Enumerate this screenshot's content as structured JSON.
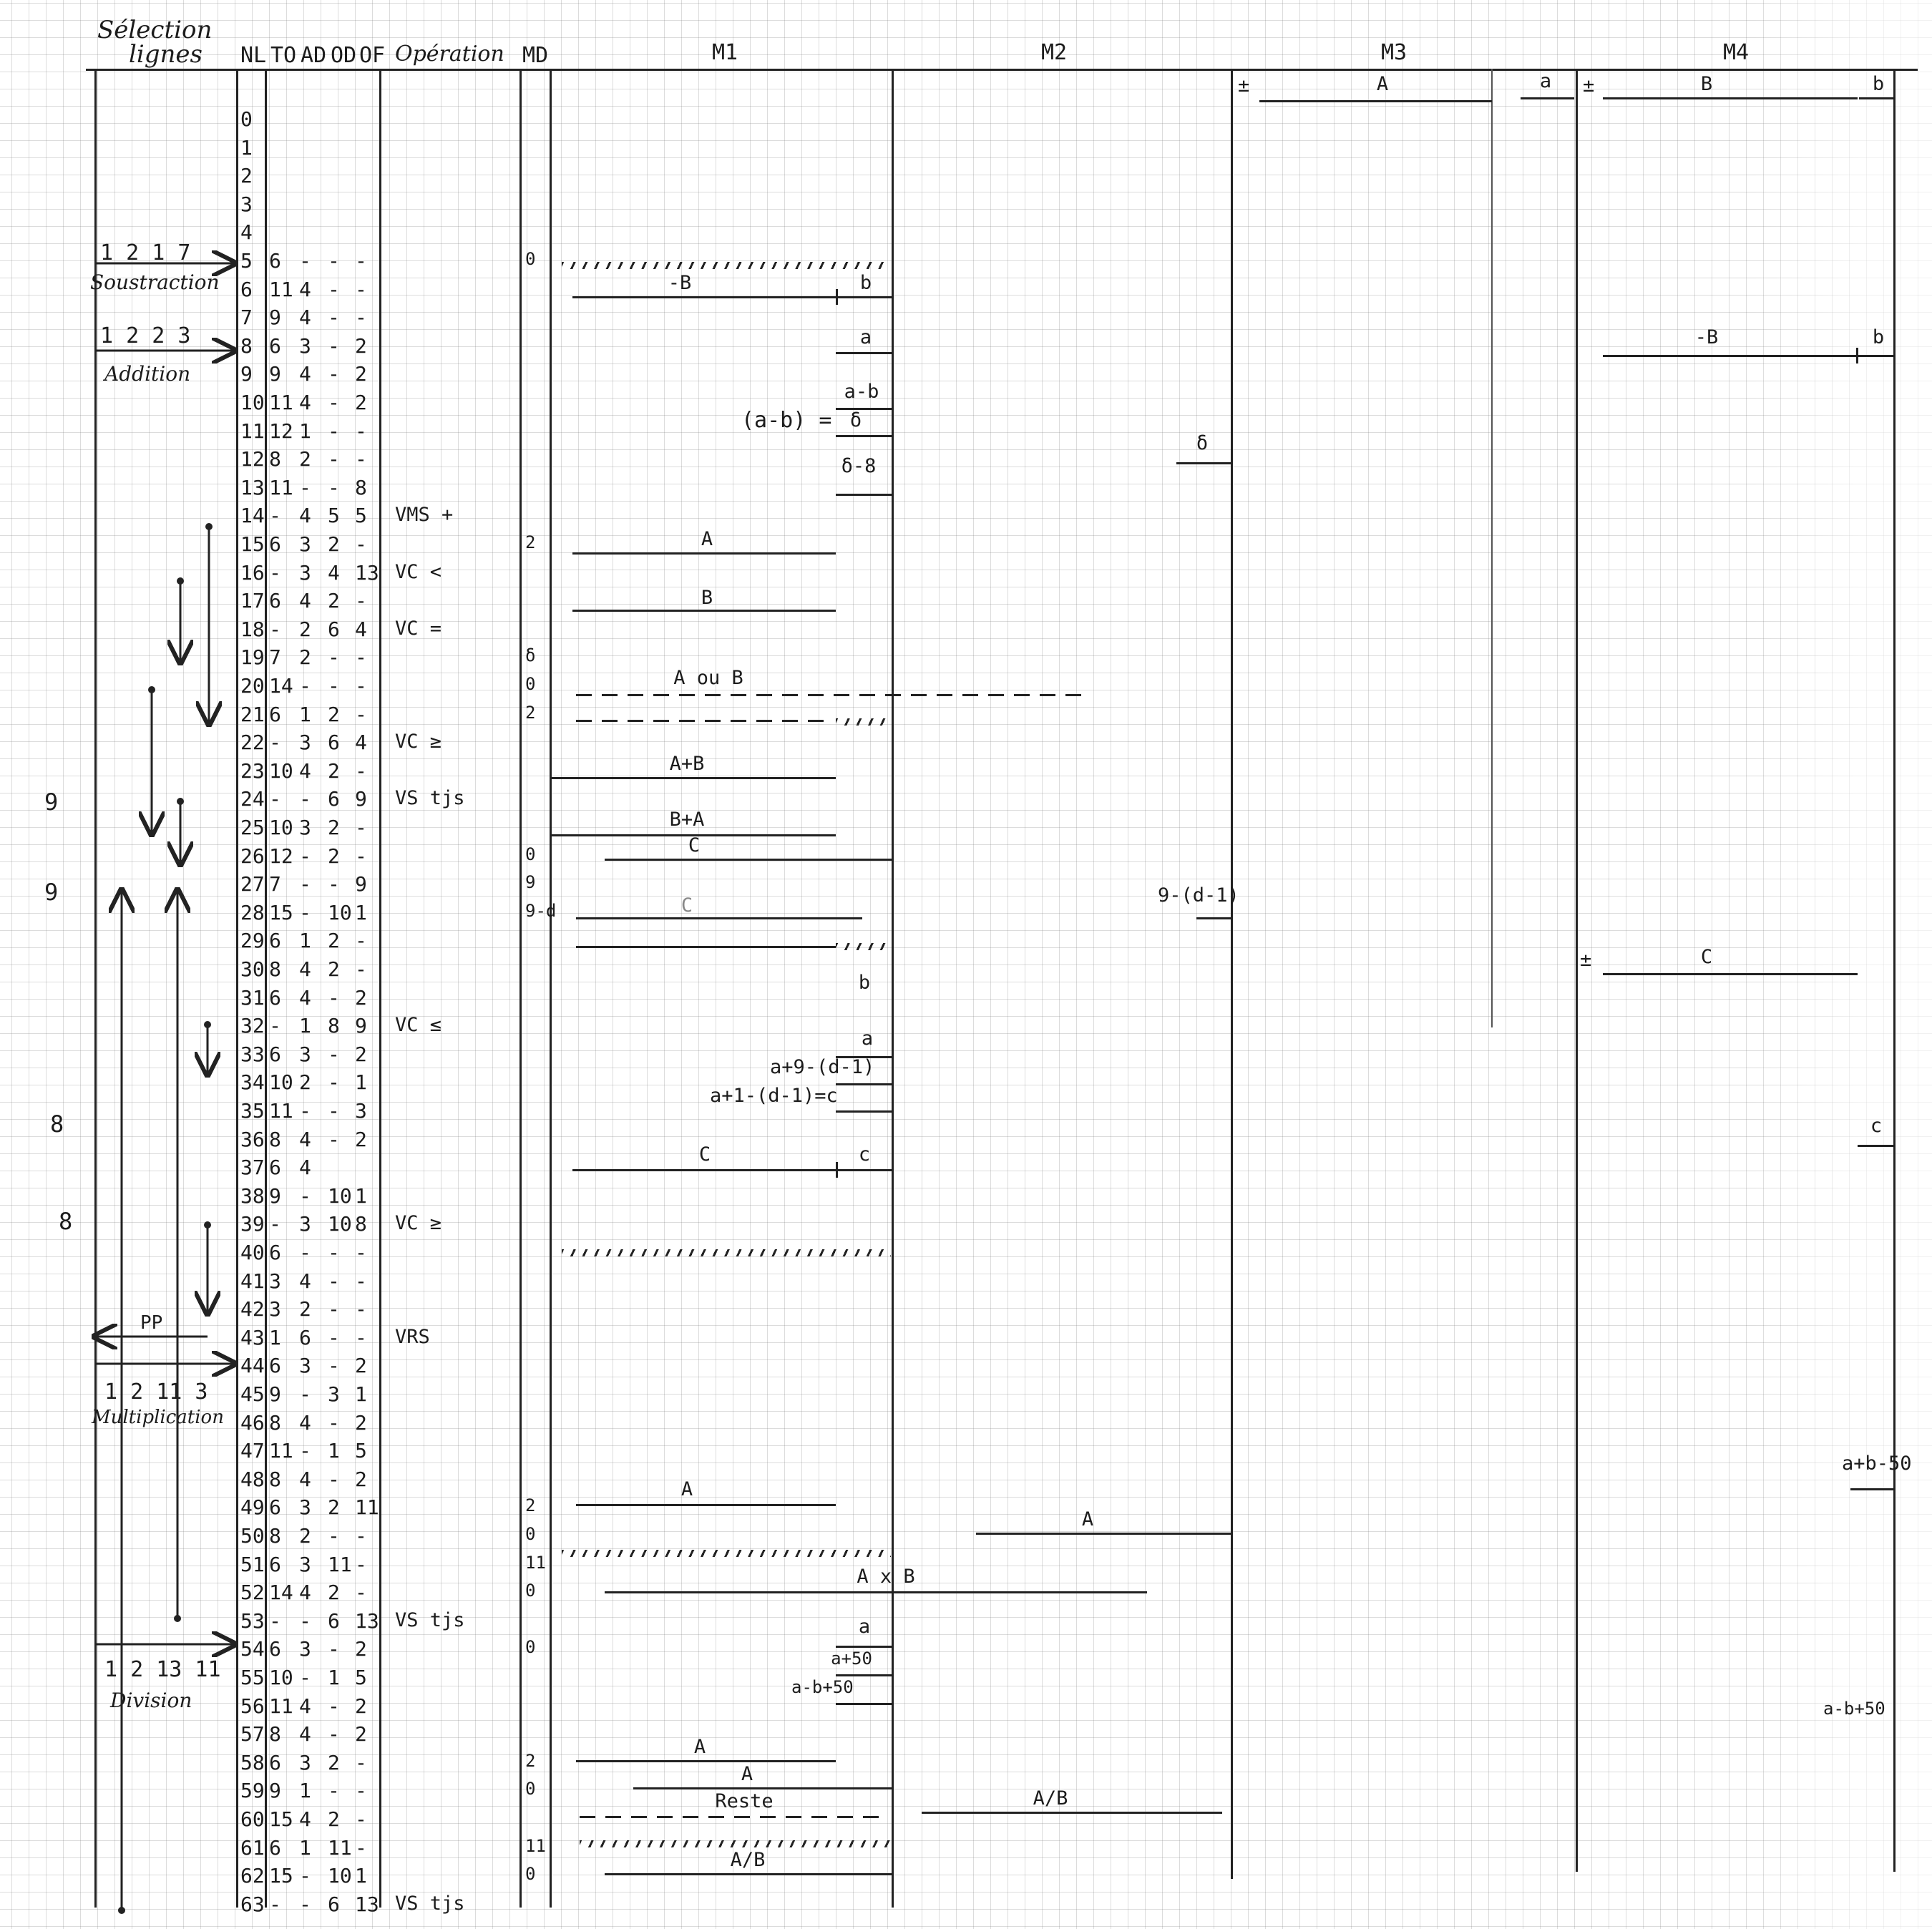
{
  "header": {
    "title_line1": "Sélection",
    "title_line2": "lignes",
    "columns": [
      "NL",
      "TO",
      "AD",
      "OD",
      "OF"
    ],
    "operation": "Opération",
    "md": "MD",
    "memories": [
      "M1",
      "M2",
      "M3",
      "M4"
    ]
  },
  "margin_marks": [
    "9",
    "9",
    "8",
    "8"
  ],
  "selection_labels": [
    {
      "code": "1 2 1 7",
      "name": "Soustraction"
    },
    {
      "code": "1 2 2 3",
      "name": "Addition"
    },
    {
      "code": "PP",
      "name": ""
    },
    {
      "code": "1 2 11 3",
      "name": "Multiplication"
    },
    {
      "code": "1 2 13 11",
      "name": "Division"
    }
  ],
  "rows": [
    {
      "nl": "0",
      "to": "",
      "ad": "",
      "od": "",
      "of": "",
      "op": "",
      "md": ""
    },
    {
      "nl": "1",
      "to": "",
      "ad": "",
      "od": "",
      "of": "",
      "op": "",
      "md": ""
    },
    {
      "nl": "2",
      "to": "",
      "ad": "",
      "od": "",
      "of": "",
      "op": "",
      "md": ""
    },
    {
      "nl": "3",
      "to": "",
      "ad": "",
      "od": "",
      "of": "",
      "op": "",
      "md": ""
    },
    {
      "nl": "4",
      "to": "",
      "ad": "",
      "od": "",
      "of": "",
      "op": "",
      "md": ""
    },
    {
      "nl": "5",
      "to": "6",
      "ad": "-",
      "od": "-",
      "of": "-",
      "op": "",
      "md": "0"
    },
    {
      "nl": "6",
      "to": "11",
      "ad": "4",
      "od": "-",
      "of": "-",
      "op": "",
      "md": ""
    },
    {
      "nl": "7",
      "to": "9",
      "ad": "4",
      "od": "-",
      "of": "-",
      "op": "",
      "md": ""
    },
    {
      "nl": "8",
      "to": "6",
      "ad": "3",
      "od": "-",
      "of": "2",
      "op": "",
      "md": ""
    },
    {
      "nl": "9",
      "to": "9",
      "ad": "4",
      "od": "-",
      "of": "2",
      "op": "",
      "md": ""
    },
    {
      "nl": "10",
      "to": "11",
      "ad": "4",
      "od": "-",
      "of": "2",
      "op": "",
      "md": ""
    },
    {
      "nl": "11",
      "to": "12",
      "ad": "1",
      "od": "-",
      "of": "-",
      "op": "",
      "md": ""
    },
    {
      "nl": "12",
      "to": "8",
      "ad": "2",
      "od": "-",
      "of": "-",
      "op": "",
      "md": ""
    },
    {
      "nl": "13",
      "to": "11",
      "ad": "-",
      "od": "-",
      "of": "8",
      "op": "",
      "md": ""
    },
    {
      "nl": "14",
      "to": "-",
      "ad": "4",
      "od": "5",
      "of": "5",
      "op": "VMS +",
      "md": ""
    },
    {
      "nl": "15",
      "to": "6",
      "ad": "3",
      "od": "2",
      "of": "-",
      "op": "",
      "md": "2"
    },
    {
      "nl": "16",
      "to": "-",
      "ad": "3",
      "od": "4",
      "of": "13",
      "op": "VC <",
      "md": ""
    },
    {
      "nl": "17",
      "to": "6",
      "ad": "4",
      "od": "2",
      "of": "-",
      "op": "",
      "md": ""
    },
    {
      "nl": "18",
      "to": "-",
      "ad": "2",
      "od": "6",
      "of": "4",
      "op": "VC =",
      "md": ""
    },
    {
      "nl": "19",
      "to": "7",
      "ad": "2",
      "od": "-",
      "of": "-",
      "op": "",
      "md": "δ"
    },
    {
      "nl": "20",
      "to": "14",
      "ad": "-",
      "od": "-",
      "of": "-",
      "op": "",
      "md": "0"
    },
    {
      "nl": "21",
      "to": "6",
      "ad": "1",
      "od": "2",
      "of": "-",
      "op": "",
      "md": "2"
    },
    {
      "nl": "22",
      "to": "-",
      "ad": "3",
      "od": "6",
      "of": "4",
      "op": "VC ≥",
      "md": ""
    },
    {
      "nl": "23",
      "to": "10",
      "ad": "4",
      "od": "2",
      "of": "-",
      "op": "",
      "md": ""
    },
    {
      "nl": "24",
      "to": "-",
      "ad": "-",
      "od": "6",
      "of": "9",
      "op": "VS tjs",
      "md": ""
    },
    {
      "nl": "25",
      "to": "10",
      "ad": "3",
      "od": "2",
      "of": "-",
      "op": "",
      "md": ""
    },
    {
      "nl": "26",
      "to": "12",
      "ad": "-",
      "od": "2",
      "of": "-",
      "op": "",
      "md": "0"
    },
    {
      "nl": "27",
      "to": "7",
      "ad": "-",
      "od": "-",
      "of": "9",
      "op": "",
      "md": "9"
    },
    {
      "nl": "28",
      "to": "15",
      "ad": "-",
      "od": "10",
      "of": "1",
      "op": "",
      "md": "9-d"
    },
    {
      "nl": "29",
      "to": "6",
      "ad": "1",
      "od": "2",
      "of": "-",
      "op": "",
      "md": ""
    },
    {
      "nl": "30",
      "to": "8",
      "ad": "4",
      "od": "2",
      "of": "-",
      "op": "",
      "md": ""
    },
    {
      "nl": "31",
      "to": "6",
      "ad": "4",
      "od": "-",
      "of": "2",
      "op": "",
      "md": ""
    },
    {
      "nl": "32",
      "to": "-",
      "ad": "1",
      "od": "8",
      "of": "9",
      "op": "VC ≤",
      "md": ""
    },
    {
      "nl": "33",
      "to": "6",
      "ad": "3",
      "od": "-",
      "of": "2",
      "op": "",
      "md": ""
    },
    {
      "nl": "34",
      "to": "10",
      "ad": "2",
      "od": "-",
      "of": "1",
      "op": "",
      "md": ""
    },
    {
      "nl": "35",
      "to": "11",
      "ad": "-",
      "od": "-",
      "of": "3",
      "op": "",
      "md": ""
    },
    {
      "nl": "36",
      "to": "8",
      "ad": "4",
      "od": "-",
      "of": "2",
      "op": "",
      "md": ""
    },
    {
      "nl": "37",
      "to": "6",
      "ad": "4",
      "od": "",
      "of": "",
      "op": "",
      "md": ""
    },
    {
      "nl": "38",
      "to": "9",
      "ad": "-",
      "od": "10",
      "of": "1",
      "op": "",
      "md": ""
    },
    {
      "nl": "39",
      "to": "-",
      "ad": "3",
      "od": "10",
      "of": "8",
      "op": "VC ≥",
      "md": ""
    },
    {
      "nl": "40",
      "to": "6",
      "ad": "-",
      "od": "-",
      "of": "-",
      "op": "",
      "md": ""
    },
    {
      "nl": "41",
      "to": "3",
      "ad": "4",
      "od": "-",
      "of": "-",
      "op": "",
      "md": ""
    },
    {
      "nl": "42",
      "to": "3",
      "ad": "2",
      "od": "-",
      "of": "-",
      "op": "",
      "md": ""
    },
    {
      "nl": "43",
      "to": "1",
      "ad": "6",
      "od": "-",
      "of": "-",
      "op": "VRS",
      "md": ""
    },
    {
      "nl": "44",
      "to": "6",
      "ad": "3",
      "od": "-",
      "of": "2",
      "op": "",
      "md": ""
    },
    {
      "nl": "45",
      "to": "9",
      "ad": "-",
      "od": "3",
      "of": "1",
      "op": "",
      "md": ""
    },
    {
      "nl": "46",
      "to": "8",
      "ad": "4",
      "od": "-",
      "of": "2",
      "op": "",
      "md": ""
    },
    {
      "nl": "47",
      "to": "11",
      "ad": "-",
      "od": "1",
      "of": "5",
      "op": "",
      "md": ""
    },
    {
      "nl": "48",
      "to": "8",
      "ad": "4",
      "od": "-",
      "of": "2",
      "op": "",
      "md": ""
    },
    {
      "nl": "49",
      "to": "6",
      "ad": "3",
      "od": "2",
      "of": "11",
      "op": "",
      "md": "2"
    },
    {
      "nl": "50",
      "to": "8",
      "ad": "2",
      "od": "-",
      "of": "-",
      "op": "",
      "md": "0"
    },
    {
      "nl": "51",
      "to": "6",
      "ad": "3",
      "od": "11",
      "of": "-",
      "op": "",
      "md": "11"
    },
    {
      "nl": "52",
      "to": "14",
      "ad": "4",
      "od": "2",
      "of": "-",
      "op": "",
      "md": "0"
    },
    {
      "nl": "53",
      "to": "-",
      "ad": "-",
      "od": "6",
      "of": "13",
      "op": "VS tjs",
      "md": ""
    },
    {
      "nl": "54",
      "to": "6",
      "ad": "3",
      "od": "-",
      "of": "2",
      "op": "",
      "md": "0"
    },
    {
      "nl": "55",
      "to": "10",
      "ad": "-",
      "od": "1",
      "of": "5",
      "op": "",
      "md": ""
    },
    {
      "nl": "56",
      "to": "11",
      "ad": "4",
      "od": "-",
      "of": "2",
      "op": "",
      "md": ""
    },
    {
      "nl": "57",
      "to": "8",
      "ad": "4",
      "od": "-",
      "of": "2",
      "op": "",
      "md": ""
    },
    {
      "nl": "58",
      "to": "6",
      "ad": "3",
      "od": "2",
      "of": "-",
      "op": "",
      "md": "2"
    },
    {
      "nl": "59",
      "to": "9",
      "ad": "1",
      "od": "-",
      "of": "-",
      "op": "",
      "md": "0"
    },
    {
      "nl": "60",
      "to": "15",
      "ad": "4",
      "od": "2",
      "of": "-",
      "op": "",
      "md": ""
    },
    {
      "nl": "61",
      "to": "6",
      "ad": "1",
      "od": "11",
      "of": "-",
      "op": "",
      "md": "11"
    },
    {
      "nl": "62",
      "to": "15",
      "ad": "-",
      "od": "10",
      "of": "1",
      "op": "",
      "md": "0"
    },
    {
      "nl": "63",
      "to": "-",
      "ad": "-",
      "od": "6",
      "of": "13",
      "op": "VS tjs",
      "md": ""
    }
  ],
  "m3_header": {
    "sign": "±",
    "big": "A",
    "small": "a"
  },
  "m4_header": {
    "sign": "±",
    "big": "B",
    "small": "b"
  },
  "segment_labels": {
    "r6_neg_b": "-B",
    "r6_b": "b",
    "r8_a": "a",
    "r8_m4_neg_b": "-B",
    "r8_m4_b": "b",
    "r10_amb": "a-b",
    "r11_eq": "(a-b) =",
    "r11_delta": "δ",
    "r12_delta8": "δ-8",
    "r12_m3_delta": "δ",
    "r15_A": "A",
    "r17_B": "B",
    "r20_AouB": "A ou B",
    "r23_AplusB": "A+B",
    "r25_BplusA": "B+A",
    "r26_C": "C",
    "r27_m3": "9-(d-1)",
    "r28_C": "C",
    "r31_b": "b",
    "r31_m4_sign": "±",
    "r31_m4_C": "C",
    "r33_a": "a",
    "r34_expr": "a+9-(d-1)",
    "r35_expr": "a+1-(d-1)=c",
    "r36_m4_c": "c",
    "r37_C": "C",
    "r37_c": "c",
    "r48_m4": "a+b-50",
    "r49_A": "A",
    "r50_m2_A": "A",
    "r52_AxB": "A x B",
    "r54_a": "a",
    "r55_a50": "a+50",
    "r56_ab50": "a-b+50",
    "r56_m4": "a-b+50",
    "r58_A": "A",
    "r59_A": "A",
    "r60_reste": "Reste",
    "r60_AB": "A/B",
    "r62_AB": "A/B"
  }
}
